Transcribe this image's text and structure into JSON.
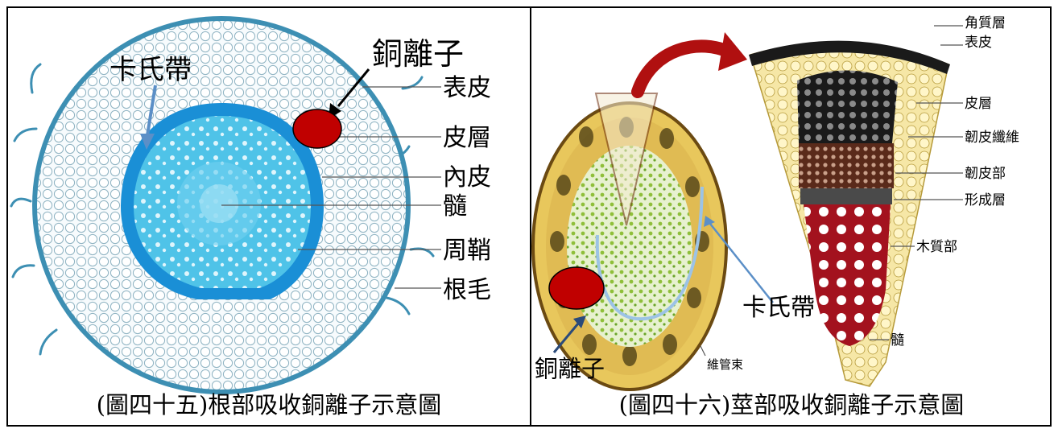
{
  "figures": [
    {
      "caption": "(圖四十五)根部吸收銅離子示意圖",
      "casparian_label": "卡氏帶",
      "ion_label": "銅離子",
      "labels": [
        "表皮",
        "皮層",
        "內皮",
        "髓",
        "周鞘",
        "根毛"
      ]
    },
    {
      "caption": "(圖四十六)莖部吸收銅離子示意圖",
      "casparian_label": "卡氏帶",
      "ion_label": "銅離子",
      "bundle_label": "維管束",
      "labels": [
        "角質層",
        "表皮",
        "皮層",
        "韌皮纖維",
        "韌皮部",
        "形成層",
        "木質部",
        "髓"
      ]
    }
  ],
  "colors": {
    "root_epidermis": "#3d8fb3",
    "root_endodermis": "#1a8fd6",
    "root_stele": "#4fc3e8",
    "copper_ion": "#c00000",
    "stem_casparian": "#9cc3e6",
    "arrow_blue": "#5b8fc7",
    "stem_red_arrow": "#b01010"
  }
}
